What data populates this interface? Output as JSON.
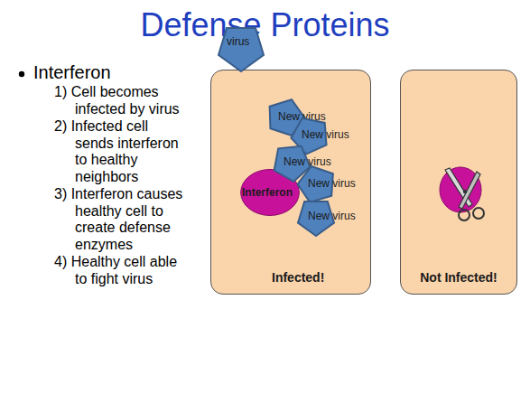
{
  "diagram": {
    "title": "Defense Proteins",
    "nodes": [
      {
        "text": [
          "virus"
        ]
      },
      {
        "text": [
          "Infected!"
        ]
      },
      {
        "text": [
          "New virus"
        ],
        "in": 1
      },
      {
        "text": [
          "New virus"
        ],
        "in": 1
      },
      {
        "text": [
          "New virus"
        ],
        "in": 1
      },
      {
        "text": [
          "New virus"
        ],
        "in": 1
      },
      {
        "text": [
          "New virus"
        ],
        "in": 1
      },
      {
        "text": [
          "Interferon"
        ],
        "in": 1
      },
      {
        "text": [
          "Not Infected!"
        ]
      }
    ],
    "labels": [
      "Interferon",
      "1) Cell becomes infected by virus",
      "2) Infected cell sends interferon to healthy neighbors",
      "3) Interferon causes healthy cell to create defense enzymes",
      "4) Healthy cell able to fight virus"
    ]
  }
}
